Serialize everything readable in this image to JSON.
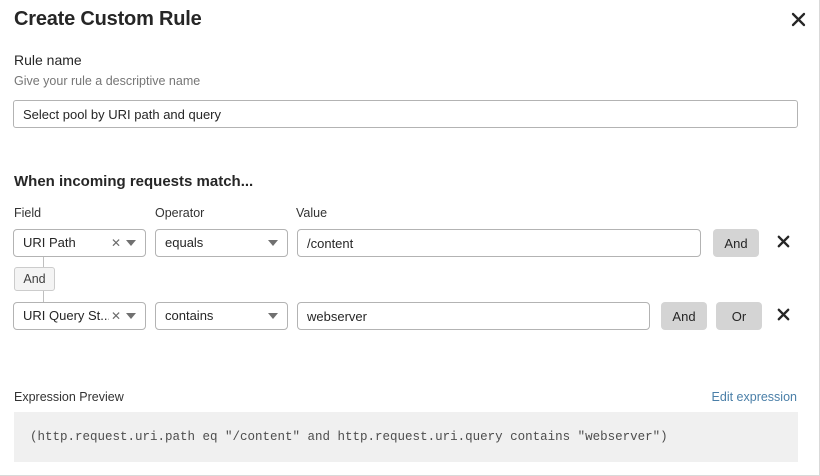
{
  "dialog": {
    "title": "Create Custom Rule",
    "close_icon": "close-icon"
  },
  "rule_name": {
    "label": "Rule name",
    "help": "Give your rule a descriptive name",
    "value": "Select pool by URI path and query",
    "placeholder": ""
  },
  "match_section": {
    "heading": "When incoming requests match...",
    "columns": {
      "field": "Field",
      "operator": "Operator",
      "value": "Value"
    },
    "connector": {
      "label": "And"
    },
    "conditions": [
      {
        "field": "URI Path",
        "field_clear_icon": "clear-icon",
        "field_caret_icon": "chevron-down-icon",
        "operator": "equals",
        "operator_caret_icon": "chevron-down-icon",
        "value": "/content",
        "value_placeholder": "",
        "and_label": "And",
        "or_label": "",
        "remove_icon": "close-icon"
      },
      {
        "field": "URI Query St...",
        "field_clear_icon": "clear-icon",
        "field_caret_icon": "chevron-down-icon",
        "operator": "contains",
        "operator_caret_icon": "chevron-down-icon",
        "value": "webserver",
        "value_placeholder": "",
        "and_label": "And",
        "or_label": "Or",
        "remove_icon": "close-icon"
      }
    ]
  },
  "expression_preview": {
    "label": "Expression Preview",
    "edit_link": "Edit expression",
    "code": "(http.request.uri.path eq \"/content\" and http.request.uri.query contains \"webserver\")"
  },
  "colors": {
    "accent_link": "#4a7fa8",
    "chip_background": "#d4d4d4",
    "code_background": "#f0f0f0",
    "border": "#b3b3b3"
  }
}
